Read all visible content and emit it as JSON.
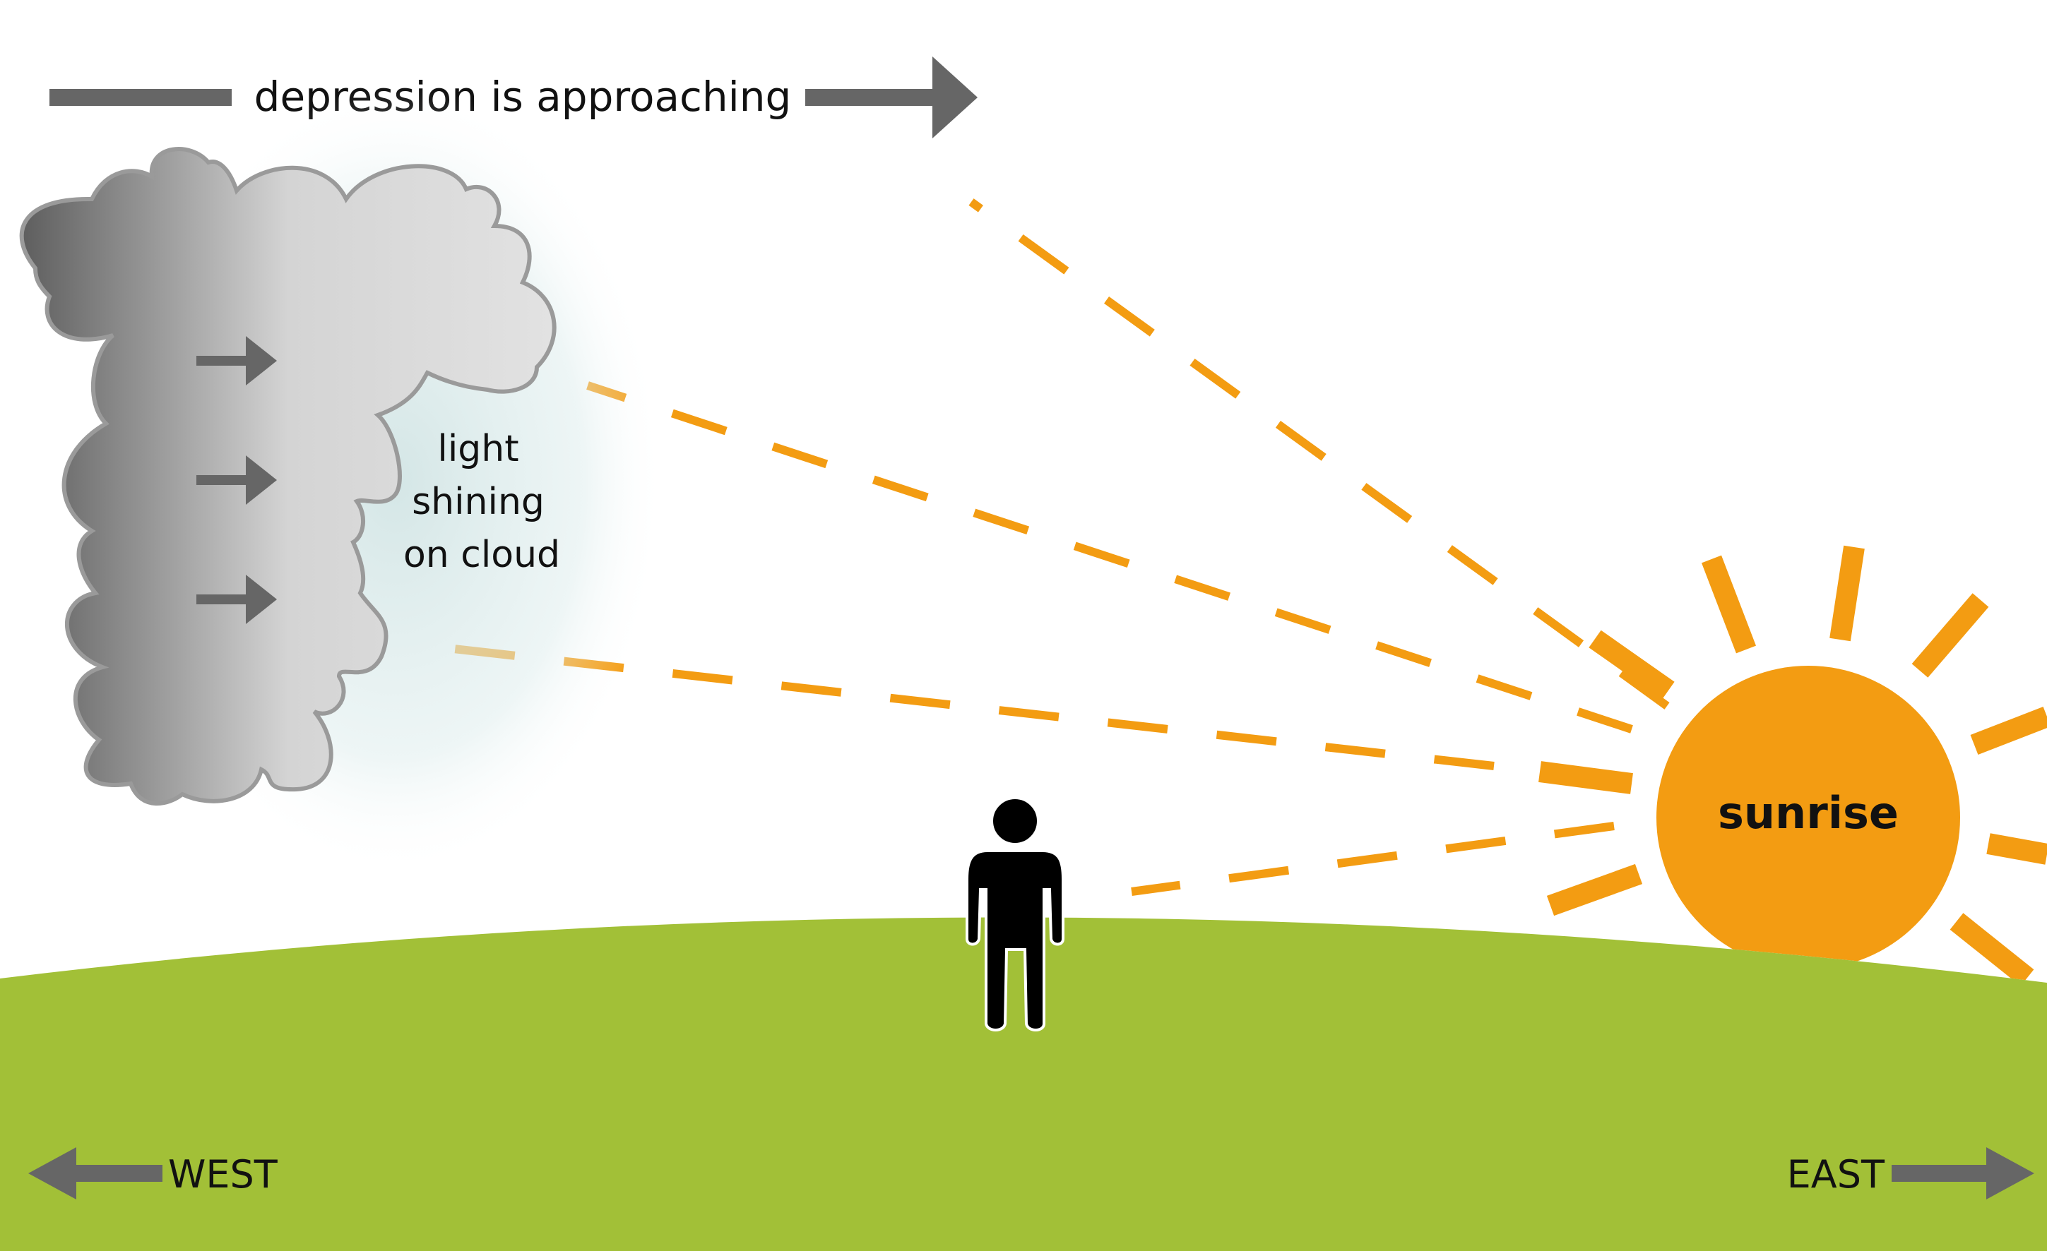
{
  "header": {
    "arrow_label": "depression is approaching"
  },
  "cloud": {
    "label_line1": "light",
    "label_line2": "shining",
    "label_line3": "on cloud"
  },
  "sun": {
    "label": "sunrise"
  },
  "directions": {
    "west": "WEST",
    "east": "EAST"
  },
  "colors": {
    "ground": "#a2c037",
    "sun": "#f39c12",
    "arrow": "#666666",
    "cloud_dark": "#6b6b6b",
    "cloud_light": "#dcdcdc",
    "person": "#000000"
  },
  "icons": {
    "person": "person-silhouette-icon",
    "cloud": "storm-cloud-icon",
    "sun": "sun-icon"
  }
}
